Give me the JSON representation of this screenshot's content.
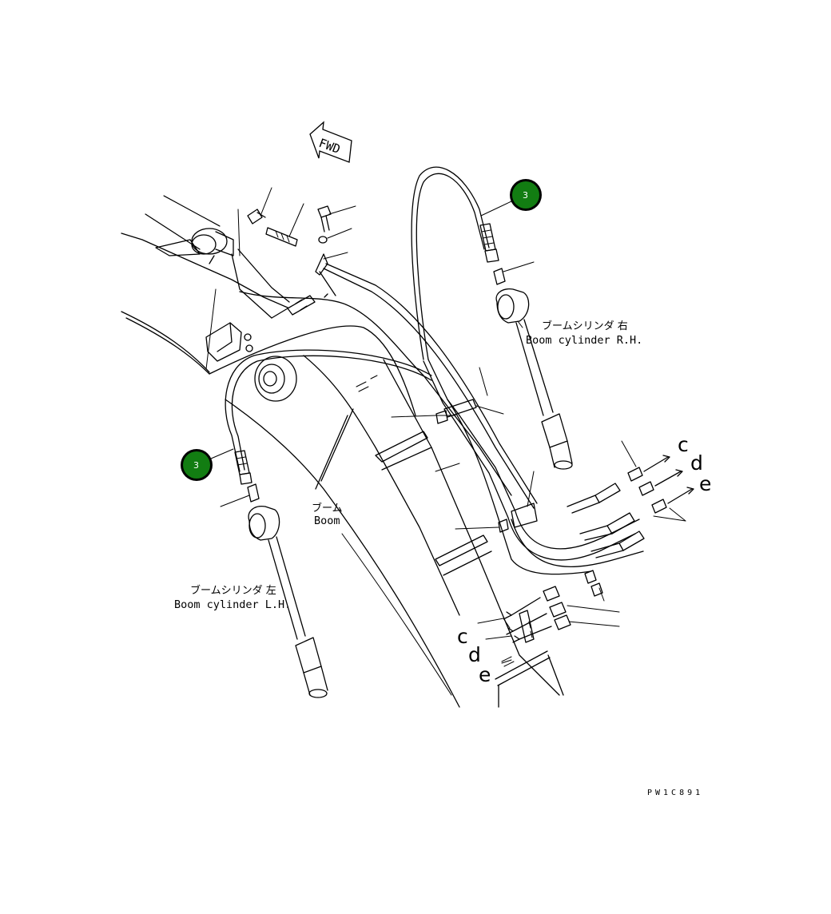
{
  "fwd_arrow": {
    "label": "FWD"
  },
  "callouts": [
    {
      "number": "3",
      "color": "#127d12"
    },
    {
      "number": "3",
      "color": "#127d12"
    }
  ],
  "labels": {
    "boom_cyl_rh_jp": "ブームシリンダ 右",
    "boom_cyl_rh_en": "Boom cylinder R.H.",
    "boom_cyl_lh_jp": "ブームシリンダ 左",
    "boom_cyl_lh_en": "Boom cylinder L.H.",
    "boom_jp": "ブーム",
    "boom_en": "Boom"
  },
  "connection_letters": {
    "right": [
      "c",
      "d",
      "e"
    ],
    "bottom": [
      "c",
      "d",
      "e"
    ]
  },
  "drawing_code": "PW1C891"
}
